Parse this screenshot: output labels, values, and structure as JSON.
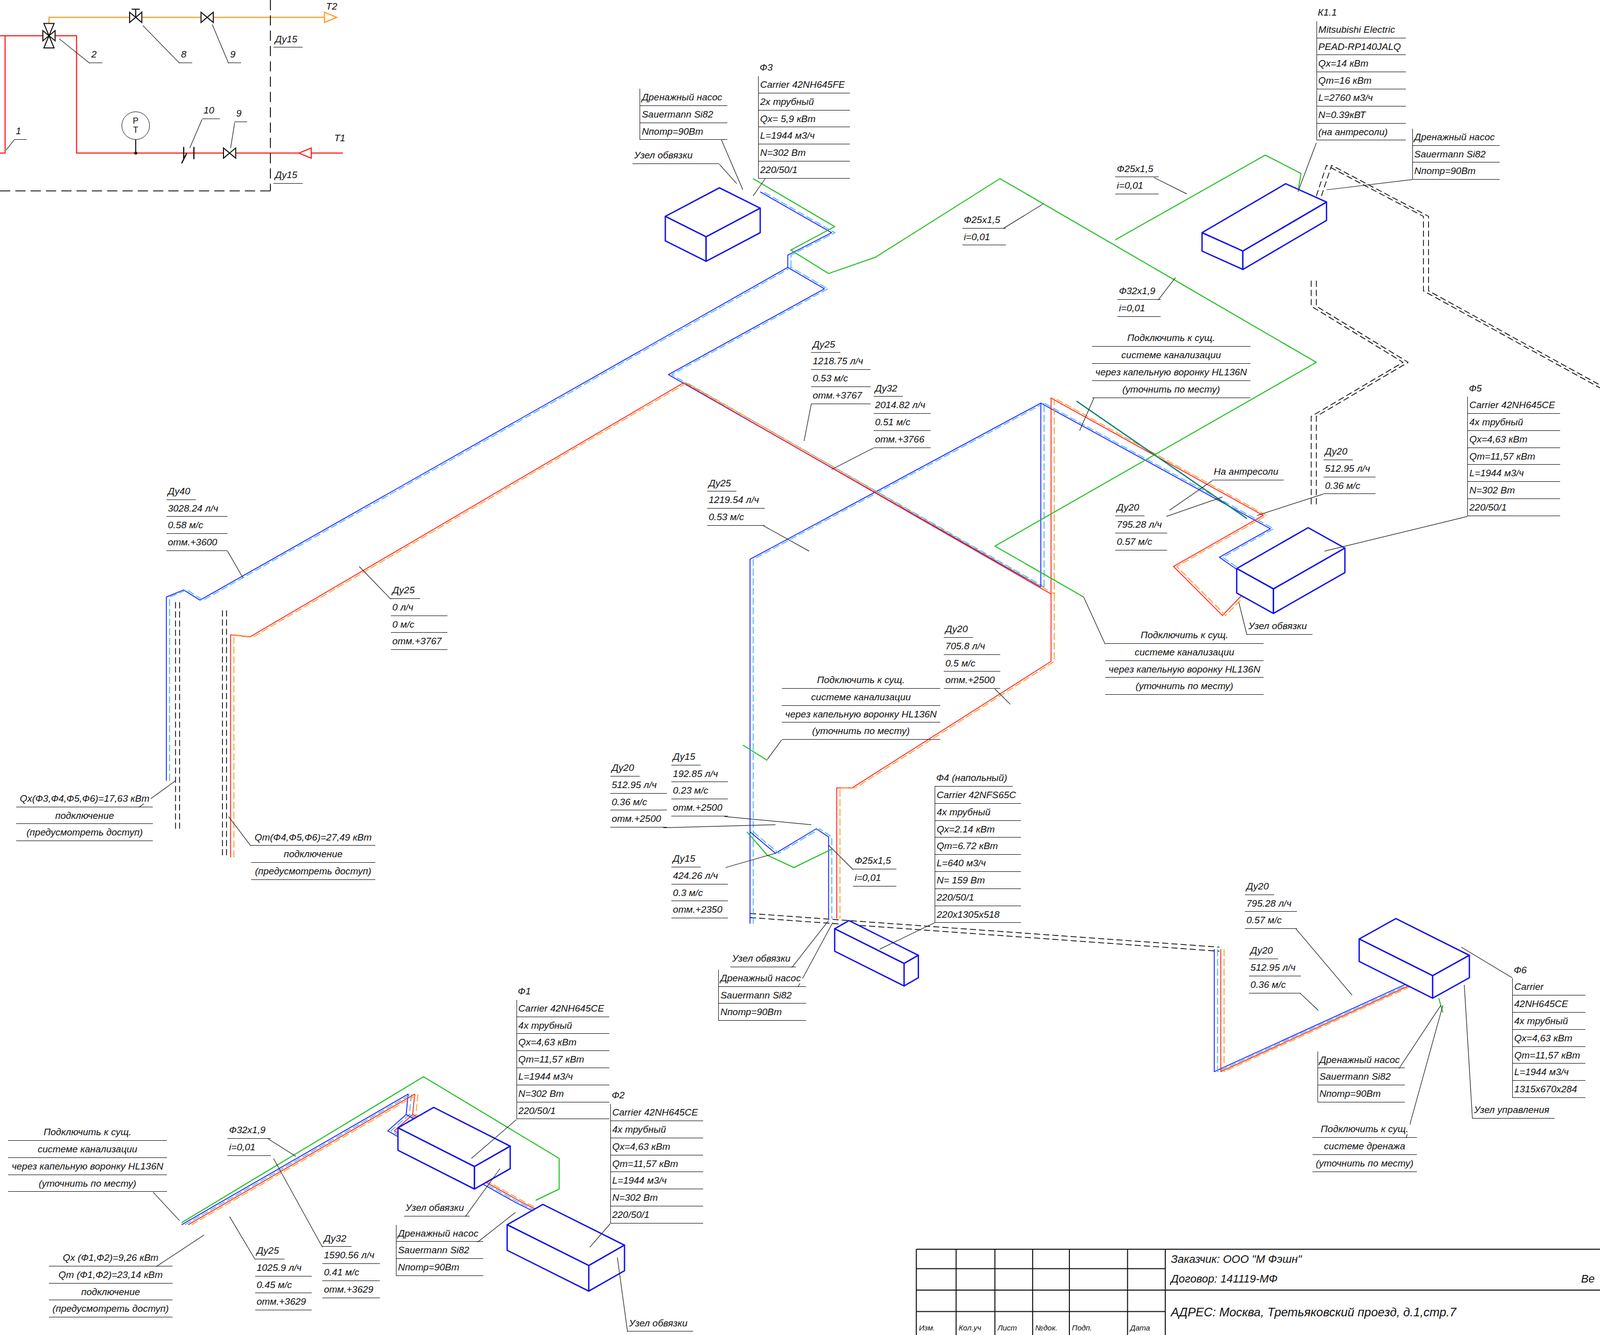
{
  "diagram": {
    "nodes": [
      {
        "text": [
          "P T"
        ]
      }
    ],
    "labels": [
      "Т2",
      "Ду15",
      "2",
      "8",
      "9",
      "1",
      "10",
      "9",
      "Т1",
      "Ду15",
      "Ф3",
      "Carrier 42NH645FE",
      "2х трубный",
      "Qх= 5,9 кВт",
      "L=1944 м3/ч",
      "N=302 Вт",
      "220/50/1",
      "Дренажный насос",
      "Sauermann Si82",
      "Nпотр=90Вт",
      "Узел обвязки",
      "К1.1",
      "Mitsubishi Electric",
      "PEAD-RP140JALQ",
      "Qх=14 кВт",
      "Qт=16 кВт",
      "L=2760 м3/ч",
      "N=0.39кВТ",
      "(на антресоли)",
      "Дренажный насос",
      "Sauermann Si82",
      "Nпотр=90Вт",
      "Ф25х1,5",
      "i=0,01",
      "Ф25х1,5",
      "i=0,01",
      "Ф32х1,9",
      "i=0,01",
      "Ф5",
      "Carrier 42NH645CE",
      "4х трубный",
      "Qх=4,63 кВт",
      "Qт=11,57 кВт",
      "L=1944 м3/ч",
      "N=302 Вт",
      "220/50/1",
      "Ду25",
      "1218.75 л/ч",
      "0.53 м/с",
      "отм.+3767",
      "Ду32",
      "2014.82 л/ч",
      "0.51 м/с",
      "отм.+3766",
      "Подключить к сущ.",
      "системе канализации",
      "через капельную воронку HL136N",
      "(уточнить по месту)",
      "На антресоли",
      "Ду20",
      "512.95 л/ч",
      "0.36 м/с",
      "Ду20",
      "795.28 л/ч",
      "0.57 м/с",
      "Ду25",
      "1219.54 л/ч",
      "0.53 м/с",
      "Ду40",
      "3028.24 л/ч",
      "0.58 м/с",
      "отм.+3600",
      "Ду25",
      "0 л/ч",
      "0 м/с",
      "отм.+3767",
      "Подключить к сущ.",
      "системе канализации",
      "через капельную воронку HL136N",
      "(уточнить по месту)",
      "Ду20",
      "705.8 л/ч",
      "0.5 м/с",
      "отм.+2500",
      "Подключить к сущ.",
      "системе канализации",
      "через капельную воронку HL136N",
      "(уточнить по месту)",
      "Узел обвязки",
      "Ду15",
      "192.85 л/ч",
      "0.23 м/с",
      "отм.+2500",
      "Ду20",
      "512.95 л/ч",
      "0.36 м/с",
      "отм.+2500",
      "Ф4 (напольный)",
      "Carrier 42NFS65C",
      "4х трубный",
      "Qх=2.14 кВт",
      "Qт=6.72 кВт",
      "L=640 м3/ч",
      "N= 159 Вт",
      "220/50/1",
      "220х1305х518",
      "Ф25х1,5",
      "i=0,01",
      "Ду15",
      "424.26 л/ч",
      "0.3 м/с",
      "отм.+2350",
      "Qх(Ф3,Ф4,Ф5,Ф6)=17,63 кВт",
      "подключение",
      "(предусмотреть доступ)",
      "Qт(Ф4,Ф5,Ф6)=27,49 кВт",
      "подключение",
      "(предусмотреть доступ)",
      "Узел обвязки",
      "Дренажный насос",
      "Sauermann Si82",
      "Nпотр=90Вт",
      "Ду20",
      "795.28 л/ч",
      "0.57 м/с",
      "Ду20",
      "512.95 л/ч",
      "0.36 м/с",
      "Ф6",
      "Carrier",
      "42NH645CE",
      "4х трубный",
      "Qх=4,63  кВт",
      "Qт=11,57 кВт",
      "L=1944 м3/ч",
      "1315х670х284",
      "Дренажный насос",
      "Sauermann Si82",
      "Nпотр=90Вт",
      "Узел управления",
      "Подключить к сущ.",
      "системе дренажа",
      "(уточнить по месту)",
      "Ф1",
      "Carrier 42NH645CE",
      "4х трубный",
      "Qх=4,63 кВт",
      "Qт=11,57 кВт",
      "L=1944 м3/ч",
      "N=302 Вт",
      "220/50/1",
      "Ф2",
      "Carrier 42NH645CE",
      "4х трубный",
      "Qх=4,63 кВт",
      "Qт=11,57 кВт",
      "L=1944 м3/ч",
      "N=302 Вт",
      "220/50/1",
      "Подключить к сущ.",
      "системе канализации",
      "через капельную воронку HL136N",
      "(уточнить по месту)",
      "Ф32х1,9",
      "i=0,01",
      "Узел обвязки",
      "Дренажный насос",
      "Sauermann Si82",
      "Nпотр=90Вт",
      "Ду32",
      "1590.56 л/ч",
      "0.41 м/с",
      "отм.+3629",
      "Ду25",
      "1025.9 л/ч",
      "0.45 м/с",
      "отм.+3629",
      "Qх (Ф1,Ф2)=9,26 кВт",
      "Qт (Ф1,Ф2)=23,14 кВт",
      "подключение",
      "(предусмотреть доступ)",
      "Узел обвязки",
      "Заказчик: ООО \"М Фэшн\"",
      "Договор: 141119-МФ",
      "Ве",
      "АДРЕС: Москва, Третьяковский проезд, д.1,стр.7",
      "Изм.",
      "Кол.уч",
      "Лист",
      "№док.",
      "Подп.",
      "Дата"
    ]
  }
}
